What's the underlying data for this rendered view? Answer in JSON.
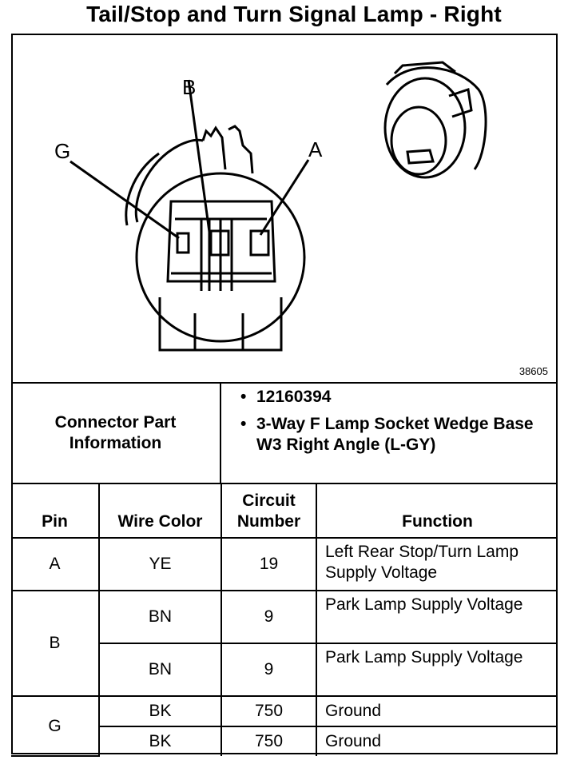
{
  "title": "Tail/Stop and Turn Signal Lamp - Right",
  "diagram": {
    "pin_labels": [
      "B",
      "G",
      "A"
    ],
    "figure_number": "38605"
  },
  "connector_info": {
    "label": "Connector Part Information",
    "items": [
      "12160394",
      "3-Way F Lamp Socket Wedge Base W3 Right Angle (L-GY)"
    ]
  },
  "table": {
    "headers": {
      "pin": "Pin",
      "wire_color": "Wire Color",
      "circuit_number": "Circuit Number",
      "function": "Function"
    },
    "rows": [
      {
        "pin": "A",
        "wire": "YE",
        "circuit": "19",
        "function": "Left Rear Stop/Turn Lamp Supply Voltage"
      },
      {
        "pin": "B",
        "wire": "BN",
        "circuit": "9",
        "function": "Park Lamp Supply Voltage"
      },
      {
        "pin": "",
        "wire": "BN",
        "circuit": "9",
        "function": "Park Lamp Supply Voltage"
      },
      {
        "pin": "G",
        "wire": "BK",
        "circuit": "750",
        "function": "Ground"
      },
      {
        "pin": "",
        "wire": "BK",
        "circuit": "750",
        "function": "Ground"
      }
    ]
  }
}
